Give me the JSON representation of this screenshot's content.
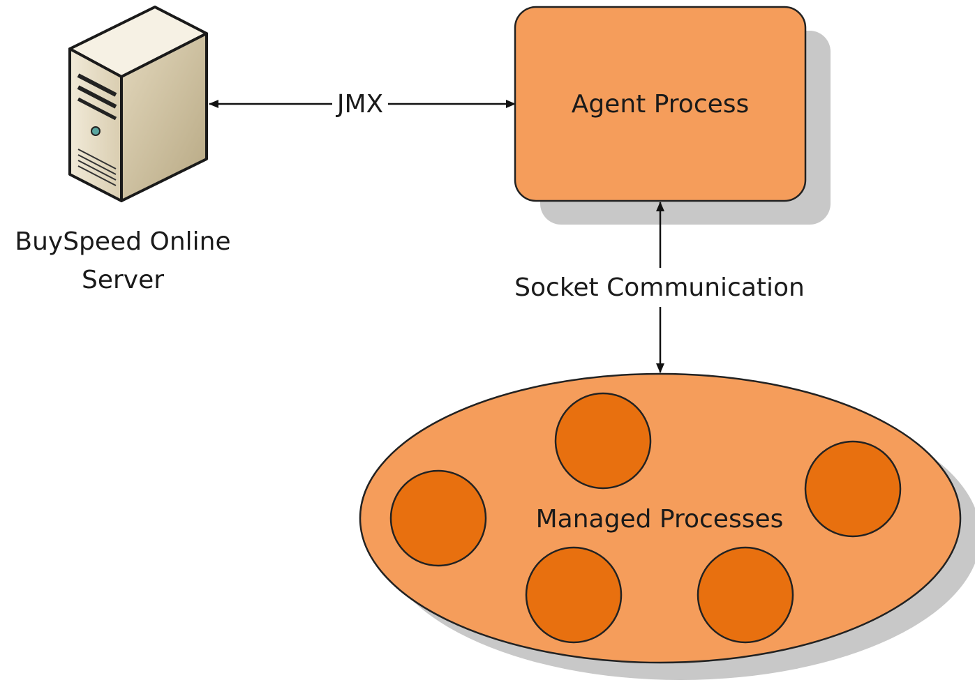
{
  "diagram": {
    "server": {
      "icon": "server-tower-icon",
      "label_line1": "BuySpeed Online",
      "label_line2": "Server"
    },
    "jmx_link": {
      "label": "JMX"
    },
    "agent": {
      "label": "Agent Process"
    },
    "socket_link": {
      "label": "Socket Communication"
    },
    "managed": {
      "label": "Managed Processes",
      "process_count": 5
    }
  },
  "colors": {
    "box_fill": "#f59d5b",
    "box_stroke": "#222222",
    "process_fill": "#e8700f",
    "shadow": "#c8c8c8",
    "server_body": "#e6dcc4",
    "server_side": "#c9bc9c",
    "server_top": "#f4efe2"
  }
}
